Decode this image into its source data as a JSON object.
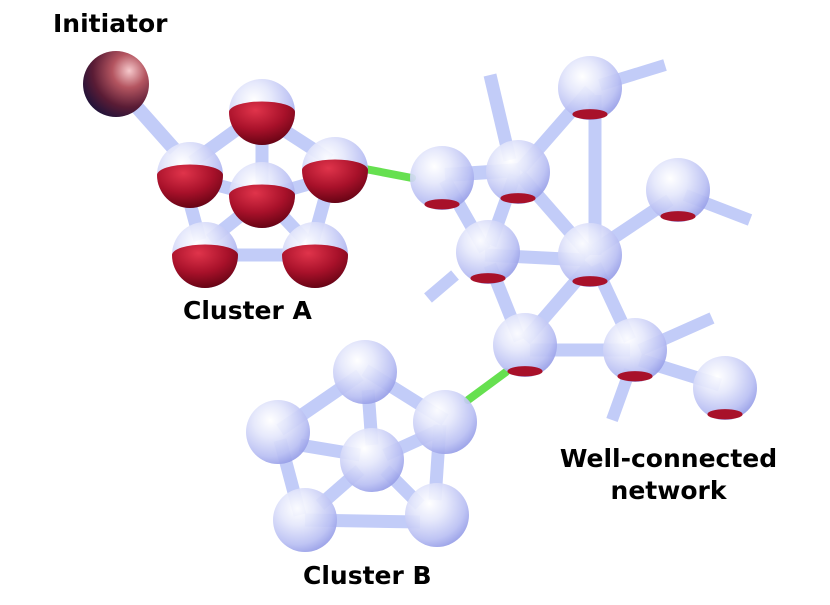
{
  "labels": {
    "initiator": "Initiator",
    "cluster_a": "Cluster A",
    "cluster_b": "Cluster B",
    "network_line1": "Well-connected",
    "network_line2": "network"
  },
  "colors": {
    "sphere_base": "#c9cdf5",
    "sphere_highlight": "#ffffff",
    "sphere_shadow": "#8c93e6",
    "red_cap": "#a8112a",
    "red_cap_dark": "#5a0010",
    "initiator": "#8a2f3a",
    "initiator_dark": "#14143c",
    "bond": "#aab6f3",
    "bond_edge": "#8a99ee",
    "link": "#66e050",
    "link_edge": "#3fbf2d"
  }
}
